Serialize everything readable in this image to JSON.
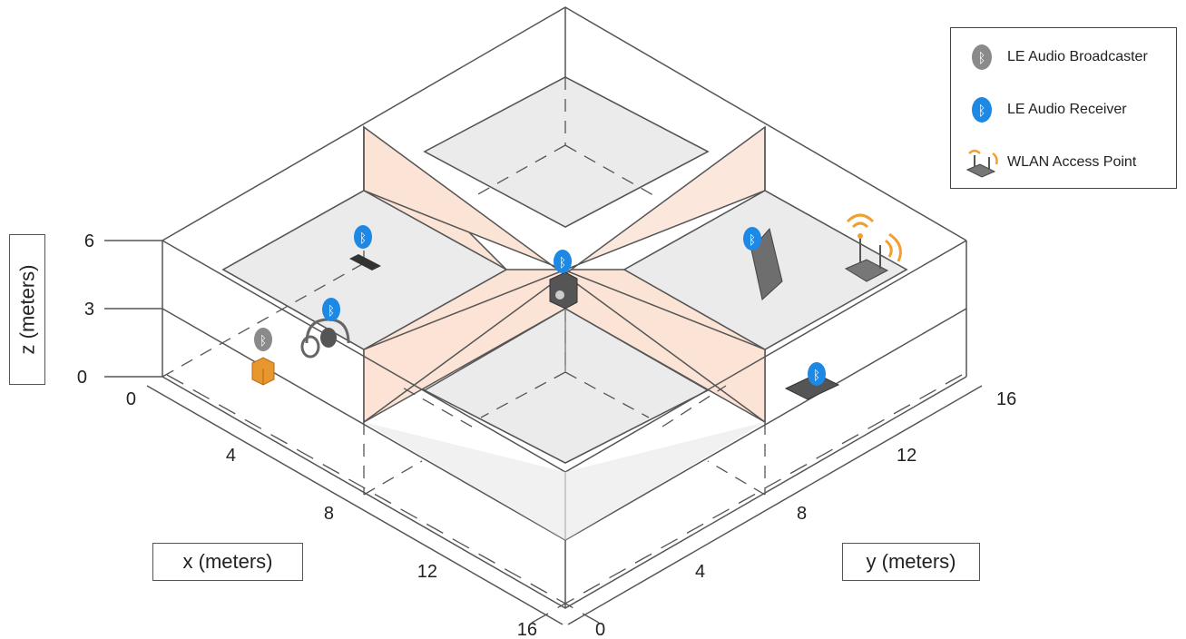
{
  "axes": {
    "z_label": "z (meters)",
    "x_label": "x (meters)",
    "y_label": "y (meters)",
    "z_ticks": [
      "0",
      "3",
      "6"
    ],
    "x_ticks": [
      "0",
      "4",
      "8",
      "12",
      "16"
    ],
    "y_ticks": [
      "0",
      "4",
      "8",
      "12",
      "16"
    ]
  },
  "legend": {
    "items": [
      {
        "label": "LE Audio Broadcaster",
        "icon": "bluetooth-gray-icon"
      },
      {
        "label": "LE Audio Receiver",
        "icon": "bluetooth-blue-icon"
      },
      {
        "label": "WLAN Access Point",
        "icon": "wlan-router-icon"
      }
    ]
  },
  "colors": {
    "wall_fill": "#fbe3d6",
    "floor_fill": "#ebebeb",
    "line": "#555555",
    "receiver_blue": "#1e88e5",
    "broadcaster_gray": "#8a8a8a",
    "wifi_orange": "#f0a030",
    "speaker_box_orange": "#e8962e"
  },
  "devices": [
    {
      "name": "broadcaster-box",
      "type": "LE Audio Broadcaster"
    },
    {
      "name": "headphones",
      "type": "LE Audio Receiver"
    },
    {
      "name": "phone-upper-left",
      "type": "LE Audio Receiver"
    },
    {
      "name": "center-speaker",
      "type": "LE Audio Receiver"
    },
    {
      "name": "tall-speaker",
      "type": "LE Audio Receiver"
    },
    {
      "name": "wlan-router",
      "type": "WLAN Access Point"
    },
    {
      "name": "tablet-lower-right",
      "type": "LE Audio Receiver"
    }
  ]
}
